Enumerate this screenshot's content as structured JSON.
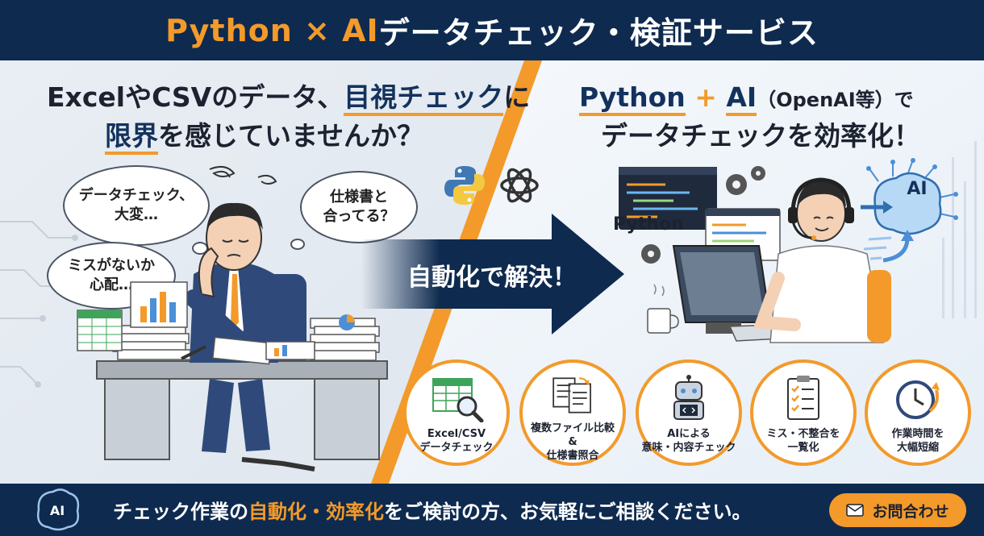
{
  "header": {
    "title_part1": "Python × AI",
    "title_part2": " データチェック・検証サービス"
  },
  "problem": {
    "line1_a": "ExcelやCSVのデータ、",
    "line1_b": "目視チェック",
    "line1_c": "に",
    "line2_a": "限界",
    "line2_b": "を感じていませんか？"
  },
  "thoughts": {
    "bubble1": "データチェック、\n大変…",
    "bubble2": "仕様書と\n合ってる？",
    "bubble3": "ミスがないか\n心配…"
  },
  "solution": {
    "line1_a": "Python",
    "line1_b": " + ",
    "line1_c": "AI",
    "line1_d": "（OpenAI等）で",
    "line2": "データチェックを効率化！",
    "python_label": "Python",
    "ai_label": "AI"
  },
  "arrow": {
    "label": "自動化で解決！"
  },
  "features": [
    {
      "label": "Excel/CSV\nデータチェック",
      "icon": "spreadsheet-magnifier-icon"
    },
    {
      "label": "複数ファイル比較\n&\n仕様書照合",
      "icon": "documents-compare-icon"
    },
    {
      "label": "AIによる\n意味・内容チェック",
      "icon": "robot-icon"
    },
    {
      "label": "ミス・不整合を\n一覧化",
      "icon": "checklist-icon"
    },
    {
      "label": "作業時間を\n大幅短縮",
      "icon": "clock-icon"
    }
  ],
  "footer": {
    "logo_text": "AI",
    "text_a": "チェック作業の",
    "text_b": "自動化・効率化",
    "text_c": "をご検討の方、お気軽にご相談ください。",
    "contact_label": "お問合わせ"
  },
  "colors": {
    "navy": "#0e2a4f",
    "accent": "#f39a2b"
  }
}
